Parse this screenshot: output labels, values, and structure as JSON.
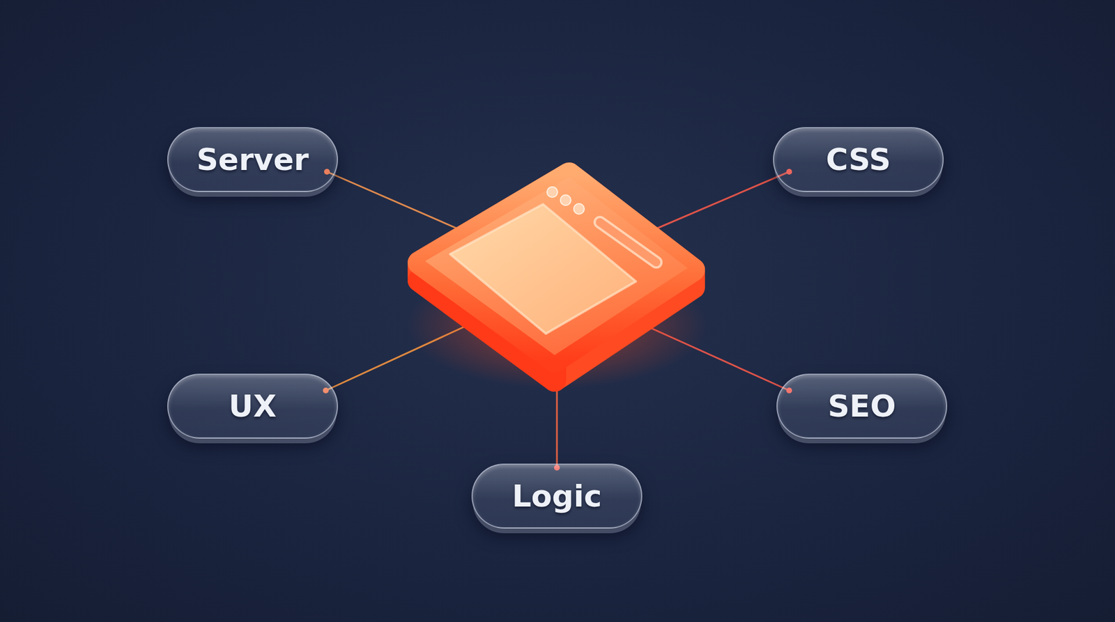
{
  "diagram": {
    "nodes": [
      {
        "text": [
          "Server"
        ]
      },
      {
        "text": [
          "CSS"
        ]
      },
      {
        "text": [
          "UX"
        ]
      },
      {
        "text": [
          "SEO"
        ]
      },
      {
        "text": [
          "Logic"
        ]
      }
    ]
  }
}
